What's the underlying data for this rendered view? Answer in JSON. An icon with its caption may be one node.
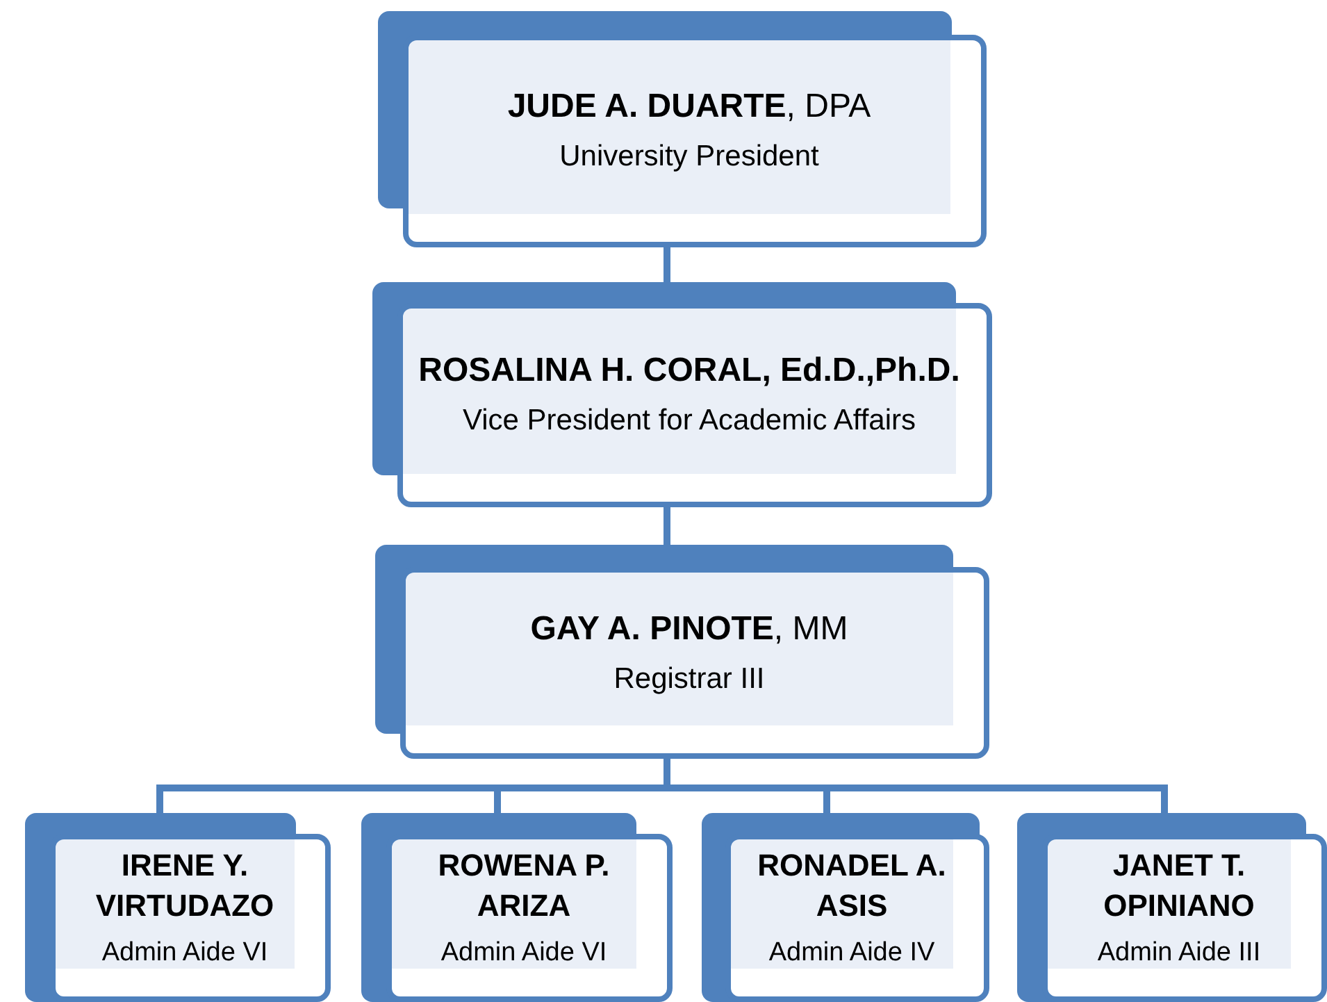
{
  "diagram": {
    "nodes": [
      {
        "text": [
          "**JUDE A. DUARTE**, DPA",
          "University President"
        ]
      },
      {
        "text": [
          "ROSALINA H. CORAL, Ed.D.,Ph.D.",
          "Vice President for Academic Affairs"
        ]
      },
      {
        "text": [
          "**GAY A. PINOTE**, MM",
          "Registrar III"
        ]
      },
      {
        "text": [
          "IRENE Y. VIRTUDAZO",
          "Admin Aide VI"
        ]
      },
      {
        "text": [
          "ROWENA P. ARIZA",
          "Admin Aide VI"
        ]
      },
      {
        "text": [
          "RONADEL A. ASIS",
          "Admin Aide IV"
        ]
      },
      {
        "text": [
          "JANET T. OPINIANO",
          "Admin Aide III"
        ]
      }
    ],
    "edges": [
      {
        "from": 0,
        "to": 1,
        "arrow": "none"
      },
      {
        "from": 1,
        "to": 2,
        "arrow": "none"
      },
      {
        "from": 2,
        "to": 3,
        "arrow": "none"
      },
      {
        "from": 2,
        "to": 4,
        "arrow": "none"
      },
      {
        "from": 2,
        "to": 5,
        "arrow": "none"
      },
      {
        "from": 2,
        "to": 6,
        "arrow": "none"
      }
    ]
  }
}
